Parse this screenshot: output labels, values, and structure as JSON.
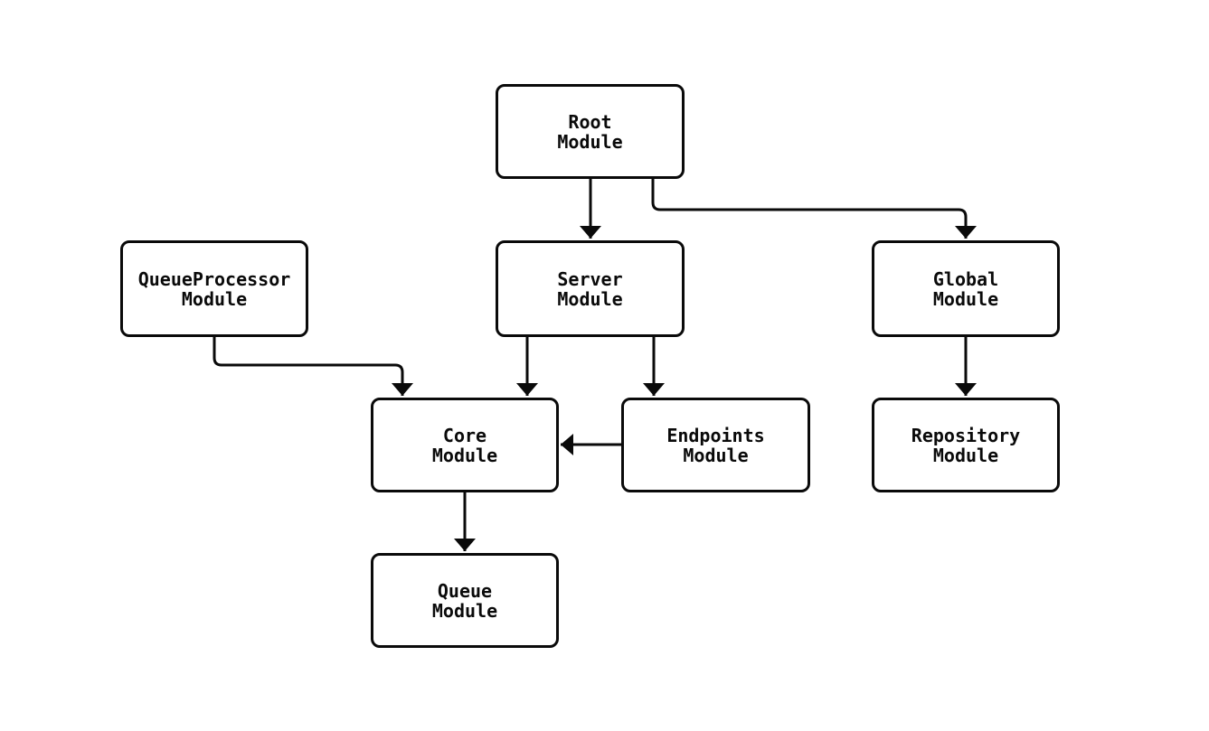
{
  "diagram": {
    "type": "module-dependency-flowchart",
    "background_color": "#ffffff",
    "node_fill_color": "#ffffff",
    "node_border_color": "#0a0a0a",
    "edge_color": "#0a0a0a",
    "nodes": [
      {
        "id": "root",
        "label": "Root\nModule"
      },
      {
        "id": "queueprocessor",
        "label": "QueueProcessor\nModule"
      },
      {
        "id": "server",
        "label": "Server\nModule"
      },
      {
        "id": "global",
        "label": "Global\nModule"
      },
      {
        "id": "core",
        "label": "Core\nModule"
      },
      {
        "id": "endpoints",
        "label": "Endpoints\nModule"
      },
      {
        "id": "repository",
        "label": "Repository\nModule"
      },
      {
        "id": "queue",
        "label": "Queue\nModule"
      }
    ],
    "edges": [
      {
        "from": "root",
        "to": "server"
      },
      {
        "from": "root",
        "to": "global"
      },
      {
        "from": "queueprocessor",
        "to": "core"
      },
      {
        "from": "server",
        "to": "core"
      },
      {
        "from": "server",
        "to": "endpoints"
      },
      {
        "from": "endpoints",
        "to": "core"
      },
      {
        "from": "global",
        "to": "repository"
      },
      {
        "from": "core",
        "to": "queue"
      }
    ]
  }
}
